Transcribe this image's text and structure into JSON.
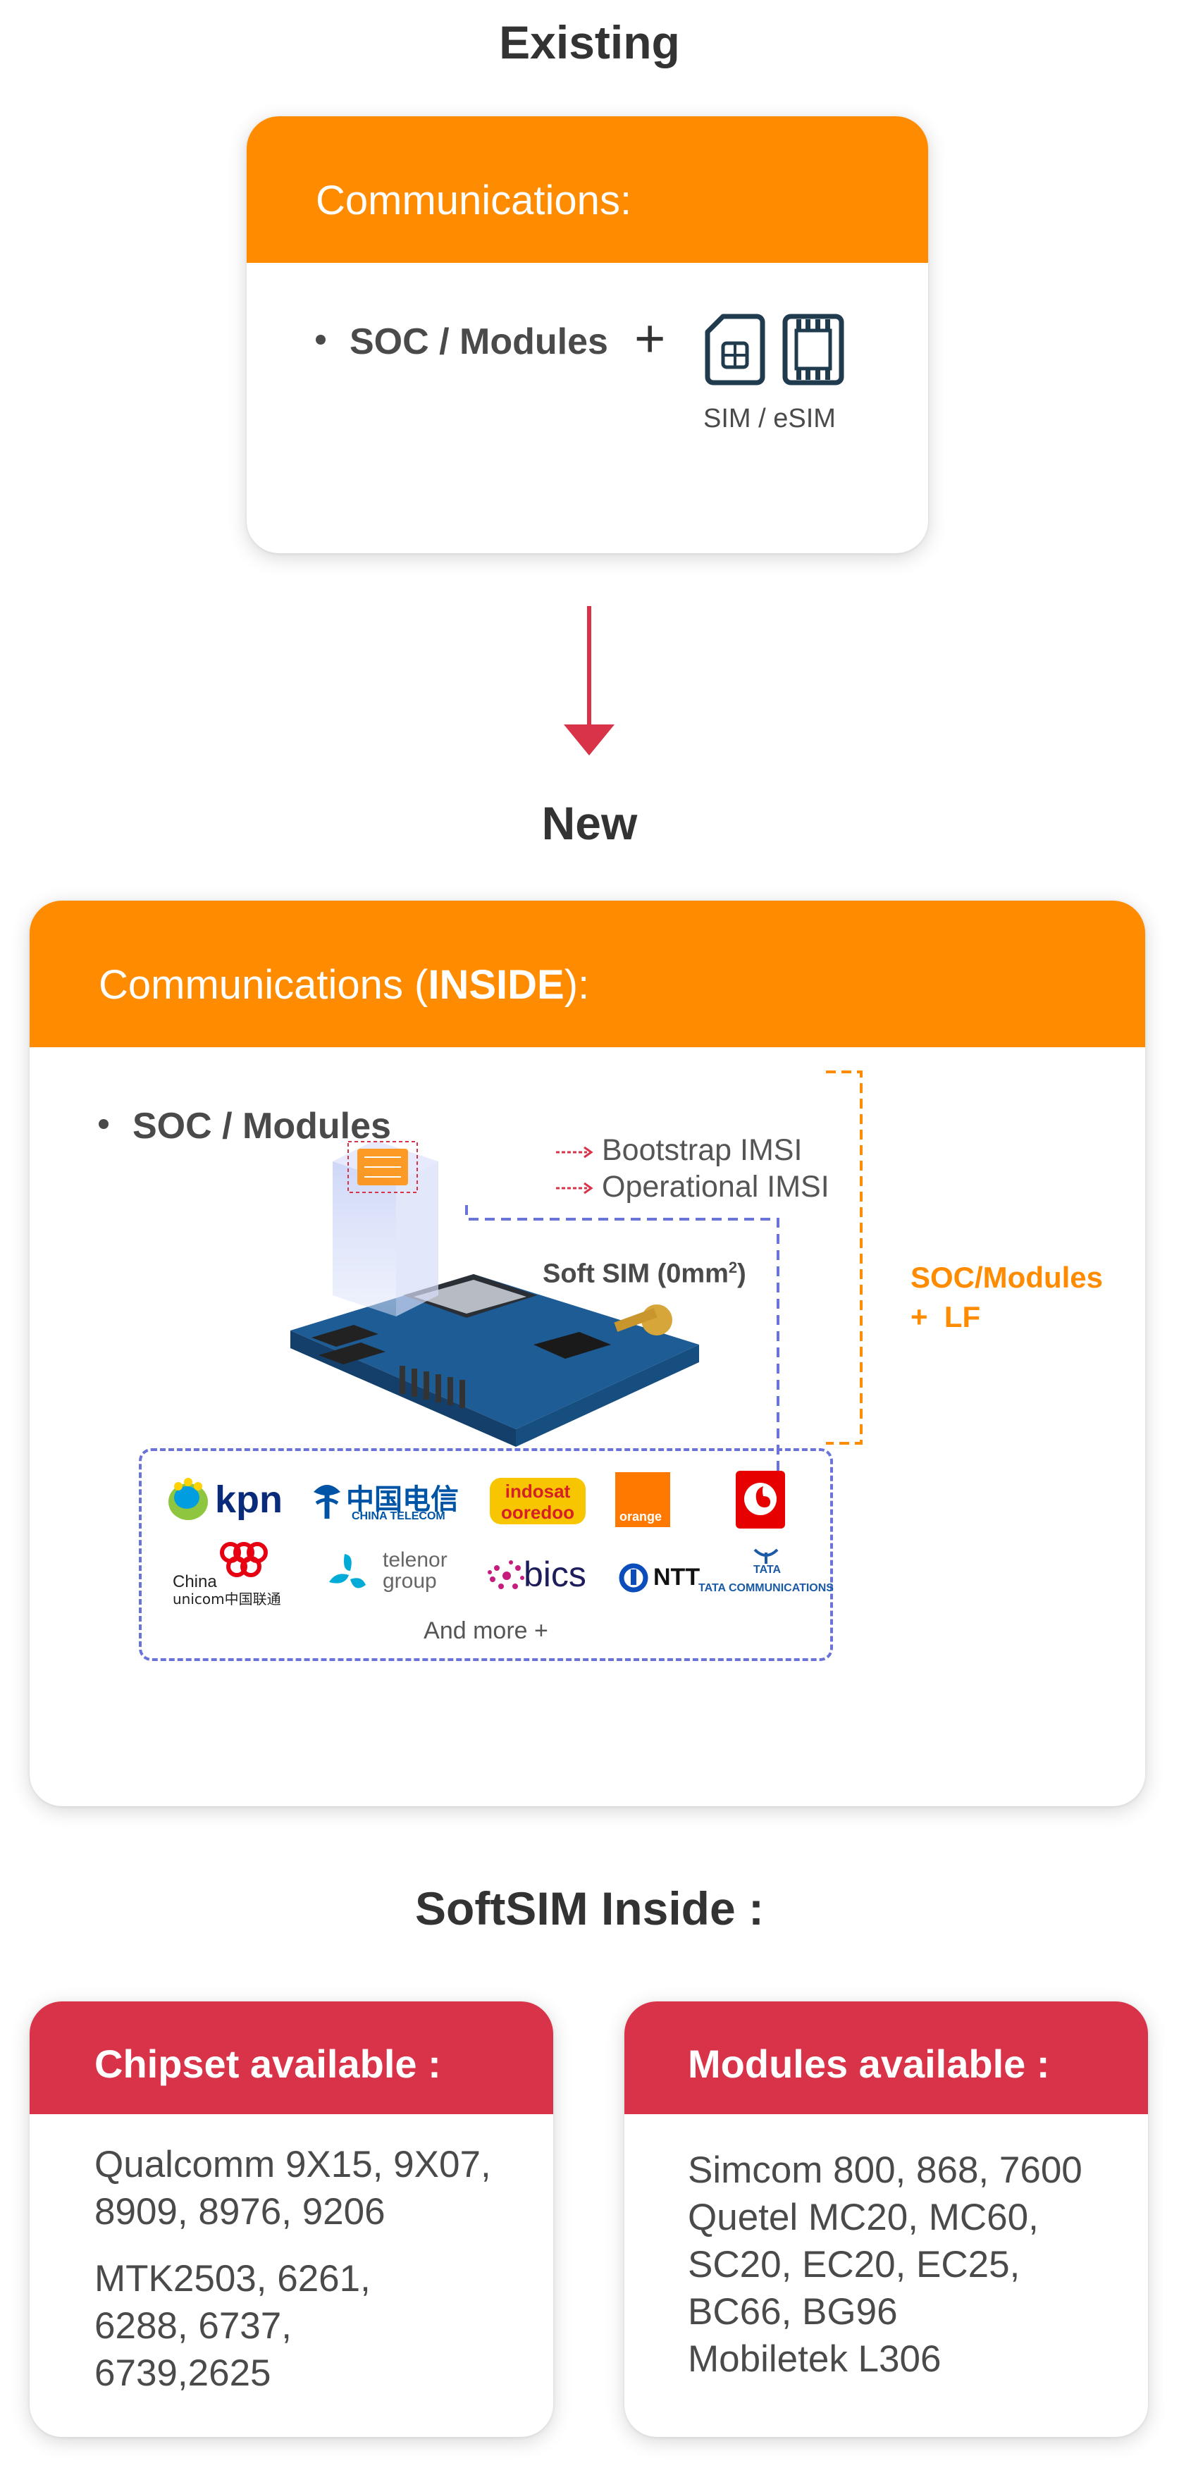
{
  "existing": {
    "title": "Existing",
    "header": "Communications:",
    "bullet": "SOC / Modules",
    "plus": "+",
    "sim_caption": "SIM / eSIM",
    "icons": [
      "sim-card-icon",
      "esim-chip-icon"
    ]
  },
  "arrow_icon": "arrow-down-icon",
  "new": {
    "title": "New",
    "header_prefix": "Communications (",
    "header_bold": "INSIDE",
    "header_suffix": "):",
    "bullet": "SOC / Modules",
    "bootstrap": "Bootstrap IMSI",
    "operational": "Operational IMSI",
    "softsim_label": "Soft SIM (0mm",
    "softsim_sup": "2",
    "softsim_close": ")",
    "bracket_line1": "SOC/Modules",
    "bracket_line2": "+  LF",
    "and_more": "And more +",
    "logos": {
      "kpn": "kpn",
      "china_telecom_cn": "中国电信",
      "china_telecom_en": "CHINA TELECOM",
      "indosat_1": "indosat",
      "indosat_2": "ooredoo",
      "orange": "orange",
      "china_unicom_1": "China",
      "china_unicom_2": "unicom中国联通",
      "telenor_1": "telenor",
      "telenor_2": "group",
      "bics": "bics",
      "ntt": "NTT",
      "tata_1": "TATA",
      "tata_2": "TATA COMMUNICATIONS"
    }
  },
  "softsim": {
    "title": "SoftSIM Inside :",
    "chipset": {
      "header": "Chipset available :",
      "items": [
        "Qualcomm 9X15, 9X07,\n8909, 8976, 9206",
        "MTK2503, 6261,\n6288, 6737,\n6739,2625"
      ]
    },
    "modules": {
      "header": "Modules available :",
      "text": "Simcom 800, 868, 7600\nQuetel MC20, MC60,\nSC20, EC20, EC25,\nBC66, BG96\nMobiletek L306"
    }
  },
  "colors": {
    "orange": "#ff8c00",
    "red": "#d9334a",
    "arrow": "#d9334a",
    "dashed_blue": "#6a74d8",
    "sim_icon": "#1f3b4d"
  }
}
